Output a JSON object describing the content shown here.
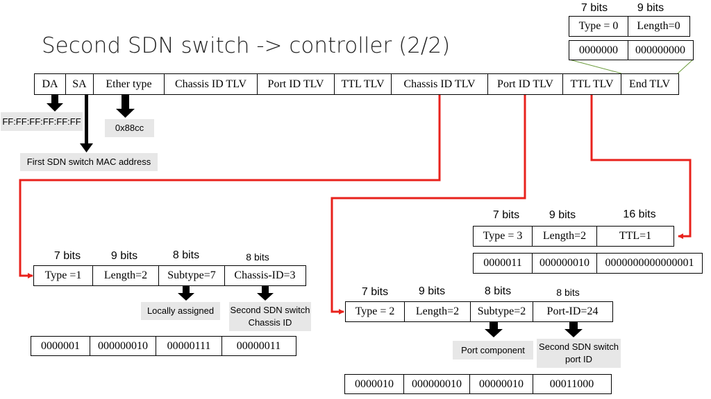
{
  "title": "Second SDN switch -> controller (2/2)",
  "frame": [
    "DA",
    "SA",
    "Ether type",
    "Chassis ID TLV",
    "Port ID TLV",
    "TTL TLV",
    "Chassis ID TLV",
    "Port ID TLV",
    "TTL TLV",
    "End TLV"
  ],
  "annotations": {
    "da": "FF:FF:FF:FF:FF:FF",
    "ethertype": "0x88cc",
    "sa": "First SDN switch MAC address"
  },
  "end_tlv": {
    "bits": [
      "7 bits",
      "9 bits"
    ],
    "fields": [
      "Type = 0",
      "Length=0"
    ],
    "binary": [
      "0000000",
      "000000000"
    ]
  },
  "chassis_tlv": {
    "bits": [
      "7 bits",
      "9 bits",
      "8 bits",
      "8 bits"
    ],
    "fields": [
      "Type =1",
      "Length=2",
      "Subtype=7",
      "Chassis-ID=3"
    ],
    "notes": [
      "Locally assigned",
      "Second SDN switch Chassis ID"
    ],
    "binary": [
      "0000001",
      "000000010",
      "00000111",
      "00000011"
    ]
  },
  "ttl_tlv": {
    "bits": [
      "7 bits",
      "9 bits",
      "16 bits"
    ],
    "fields": [
      "Type = 3",
      "Length=2",
      "TTL=1"
    ],
    "binary": [
      "0000011",
      "000000010",
      "0000000000000001"
    ]
  },
  "port_tlv": {
    "bits": [
      "7 bits",
      "9 bits",
      "8 bits",
      "8 bits"
    ],
    "fields": [
      "Type = 2",
      "Length=2",
      "Subtype=2",
      "Port-ID=24"
    ],
    "notes": [
      "Port component",
      "Second SDN switch port ID"
    ],
    "binary": [
      "0000010",
      "000000010",
      "00000010",
      "00011000"
    ]
  },
  "colors": {
    "connector": "#e8221c",
    "zoom_line": "#6a9a3a",
    "note_box": "#e7e7e7"
  }
}
